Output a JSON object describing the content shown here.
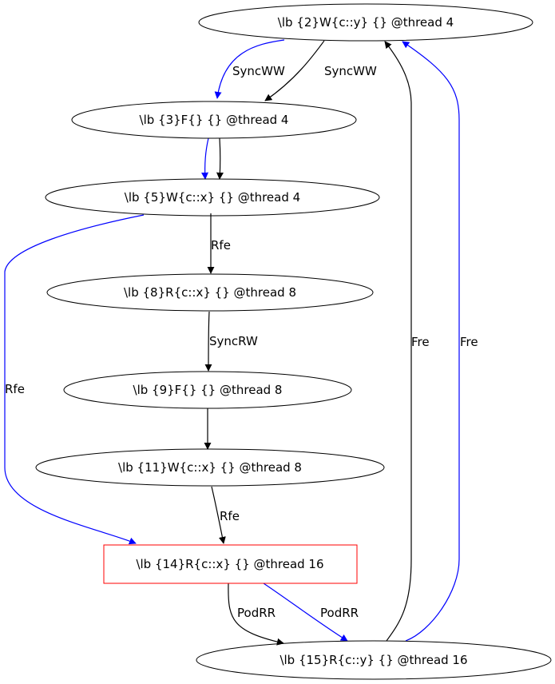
{
  "colors": {
    "default_edge": "#000000",
    "highlight_edge": "#0000ff",
    "highlight_node_border": "#ff0000"
  },
  "nodes": [
    {
      "id": "n2",
      "label": "\\lb {2}W{c::y} {} @thread 4",
      "shape": "ellipse"
    },
    {
      "id": "n3",
      "label": "\\lb {3}F{} {} @thread 4",
      "shape": "ellipse"
    },
    {
      "id": "n5",
      "label": "\\lb {5}W{c::x} {} @thread 4",
      "shape": "ellipse"
    },
    {
      "id": "n8",
      "label": "\\lb {8}R{c::x} {} @thread 8",
      "shape": "ellipse"
    },
    {
      "id": "n9",
      "label": "\\lb {9}F{} {} @thread 8",
      "shape": "ellipse"
    },
    {
      "id": "n11",
      "label": "\\lb {11}W{c::x} {} @thread 8",
      "shape": "ellipse"
    },
    {
      "id": "n14",
      "label": "\\lb {14}R{c::x} {} @thread 16",
      "shape": "box",
      "highlight": true
    },
    {
      "id": "n15",
      "label": "\\lb {15}R{c::y} {} @thread 16",
      "shape": "ellipse"
    }
  ],
  "edges": [
    {
      "id": "e2-3-blue",
      "from": "n2",
      "to": "n3",
      "label": "SyncWW",
      "color": "blue"
    },
    {
      "id": "e2-3-black",
      "from": "n2",
      "to": "n3",
      "label": "SyncWW",
      "color": "black"
    },
    {
      "id": "e3-5-blue",
      "from": "n3",
      "to": "n5",
      "label": "",
      "color": "blue"
    },
    {
      "id": "e3-5-black",
      "from": "n3",
      "to": "n5",
      "label": "",
      "color": "black"
    },
    {
      "id": "e5-8",
      "from": "n5",
      "to": "n8",
      "label": "Rfe",
      "color": "black"
    },
    {
      "id": "e5-14",
      "from": "n5",
      "to": "n14",
      "label": "Rfe",
      "color": "blue"
    },
    {
      "id": "e8-9",
      "from": "n8",
      "to": "n9",
      "label": "SyncRW",
      "color": "black"
    },
    {
      "id": "e9-11",
      "from": "n9",
      "to": "n11",
      "label": "",
      "color": "black"
    },
    {
      "id": "e11-14",
      "from": "n11",
      "to": "n14",
      "label": "Rfe",
      "color": "black"
    },
    {
      "id": "e14-15-black",
      "from": "n14",
      "to": "n15",
      "label": "PodRR",
      "color": "black"
    },
    {
      "id": "e14-15-blue",
      "from": "n14",
      "to": "n15",
      "label": "PodRR",
      "color": "blue"
    },
    {
      "id": "e15-2-black",
      "from": "n15",
      "to": "n2",
      "label": "Fre",
      "color": "black"
    },
    {
      "id": "e15-2-blue",
      "from": "n15",
      "to": "n2",
      "label": "Fre",
      "color": "blue"
    }
  ]
}
